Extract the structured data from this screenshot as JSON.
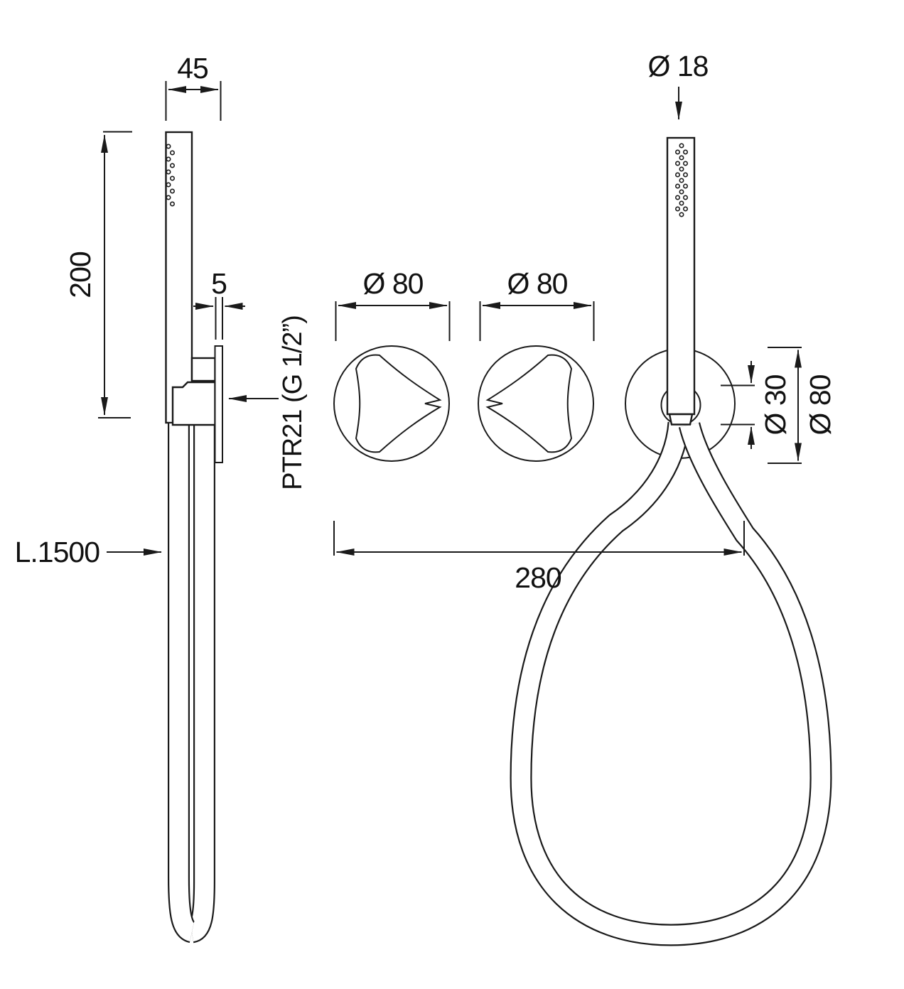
{
  "drawing": {
    "title": "hand-shower-with-mixer-technical-drawing",
    "side_view": {
      "dim_depth": "45",
      "dim_height": "200",
      "dim_plate_thickness": "5",
      "outlet_label": "PTR21 (G 1/2”)",
      "hose_length_label": "L.1500"
    },
    "front_view": {
      "dim_handle_diameter": "Ø 18",
      "dim_knob1_diameter": "Ø 80",
      "dim_knob2_diameter": "Ø 80",
      "dim_holder_inner_diameter": "Ø 30",
      "dim_holder_outer_diameter": "Ø 80",
      "dim_horizontal_span": "280"
    },
    "colors": {
      "line": "#1a1a1a",
      "background": "#ffffff"
    }
  }
}
